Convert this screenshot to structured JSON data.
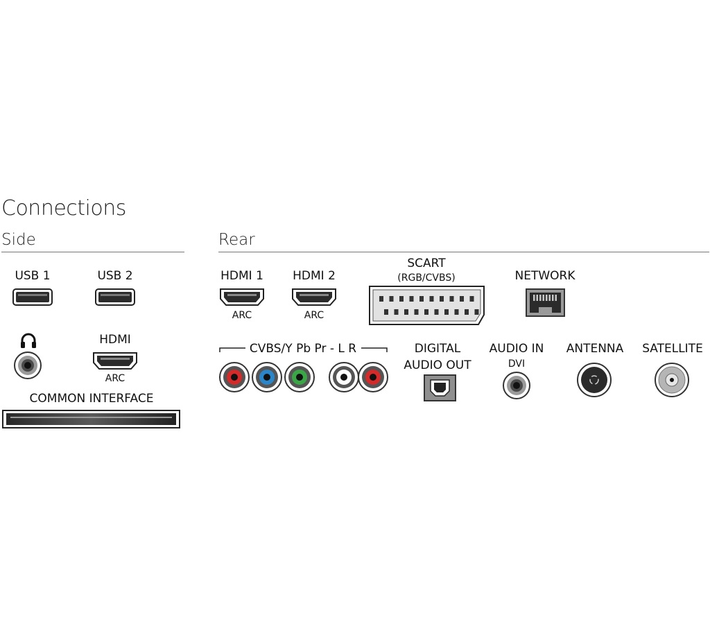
{
  "title": "Connections",
  "side": {
    "heading": "Side",
    "usb1": "USB 1",
    "usb2": "USB 2",
    "hdmi": "HDMI",
    "hdmi_sub": "ARC",
    "common_interface": "COMMON INTERFACE",
    "headphone_icon": "headphones-icon"
  },
  "rear": {
    "heading": "Rear",
    "hdmi1": "HDMI 1",
    "hdmi1_sub": "ARC",
    "hdmi2": "HDMI 2",
    "hdmi2_sub": "ARC",
    "scart": "SCART",
    "scart_sub": "(RGB/CVBS)",
    "network": "NETWORK",
    "component": "CVBS/Y Pb Pr - L R",
    "digital_audio_line1": "DIGITAL",
    "digital_audio_line2": "AUDIO OUT",
    "audio_in": "AUDIO IN",
    "audio_in_sub": "DVI",
    "antenna": "ANTENNA",
    "satellite": "SATELLITE"
  },
  "colors": {
    "rca_red": "#d42a2a",
    "rca_blue": "#2a86c8",
    "rca_green": "#3aa646",
    "rca_white": "#ffffff"
  }
}
